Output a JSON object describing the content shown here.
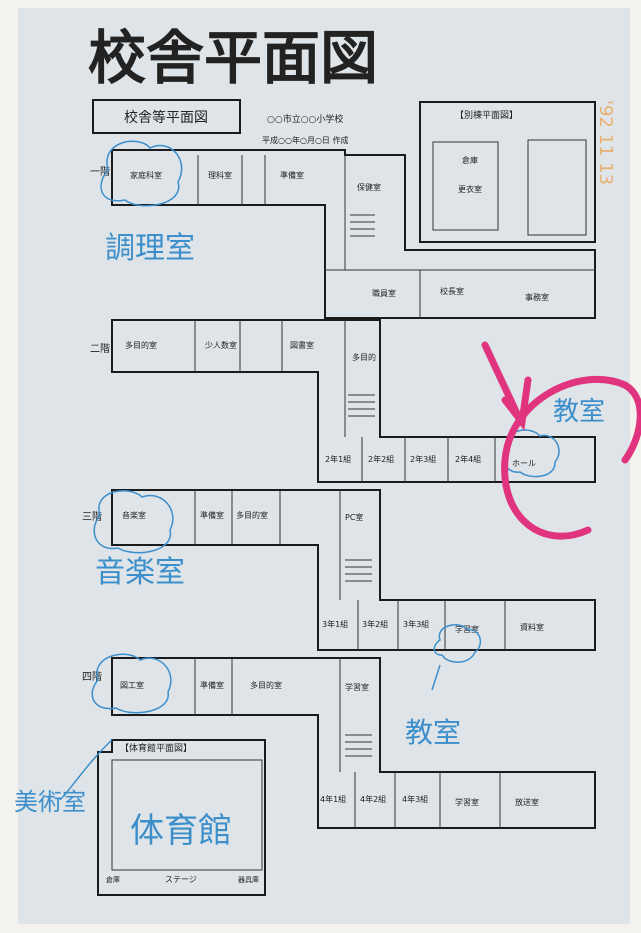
{
  "title": "校舎平面図",
  "label_box": "校舎等平面図",
  "school_name": "○○市立○○小学校",
  "date_line": "平成○○年○月○日 作成",
  "annex_title": "【別棟平面図】",
  "gym_title": "【体育館平面図】",
  "floors": [
    "一階",
    "二階",
    "三階",
    "四階"
  ],
  "rooms": {
    "f1_home": "家庭科室",
    "f1_cook": "調理室",
    "f1_a": "理科室",
    "f1_b": "準備室",
    "f1_c": "保健室",
    "f1_d": "職員室",
    "f1_e": "校長室",
    "f1_f": "事務室",
    "f2_a": "多目的室",
    "f2_b": "少人数室",
    "f2_c": "図書室",
    "f2_d": "多目的",
    "f2_e": "2年1組",
    "f2_f": "2年2組",
    "f2_g": "2年3組",
    "f2_h": "2年4組",
    "f2_i": "ホール",
    "f3_a": "音楽室",
    "f3_b": "準備室",
    "f3_c": "多目的室",
    "f3_d": "PC室",
    "f3_e": "3年1組",
    "f3_f": "3年2組",
    "f3_g": "3年3組",
    "f3_h": "学習室",
    "f3_i": "資料室",
    "f4_a": "図工室",
    "f4_b": "準備室",
    "f4_c": "多目的室",
    "f4_d": "学習室",
    "f4_e": "4年1組",
    "f4_f": "4年2組",
    "f4_g": "4年3組",
    "f4_h": "学習室",
    "f4_i": "放送室",
    "gym_stage": "ステージ",
    "gym_a": "倉庫",
    "gym_b": "器具庫",
    "annex_a": "倉庫",
    "annex_b": "更衣室"
  },
  "notes": {
    "cooking": "調理室",
    "classroom_circled": "教室",
    "music": "音楽室",
    "classroom": "教室",
    "art": "美術室",
    "gym": "体育館"
  },
  "date_stamp": "'92 11 13",
  "colors": {
    "ink": "#1b1b1b",
    "title": "#17306f",
    "note": "#3d8fcb",
    "marker": "#e0357e"
  }
}
